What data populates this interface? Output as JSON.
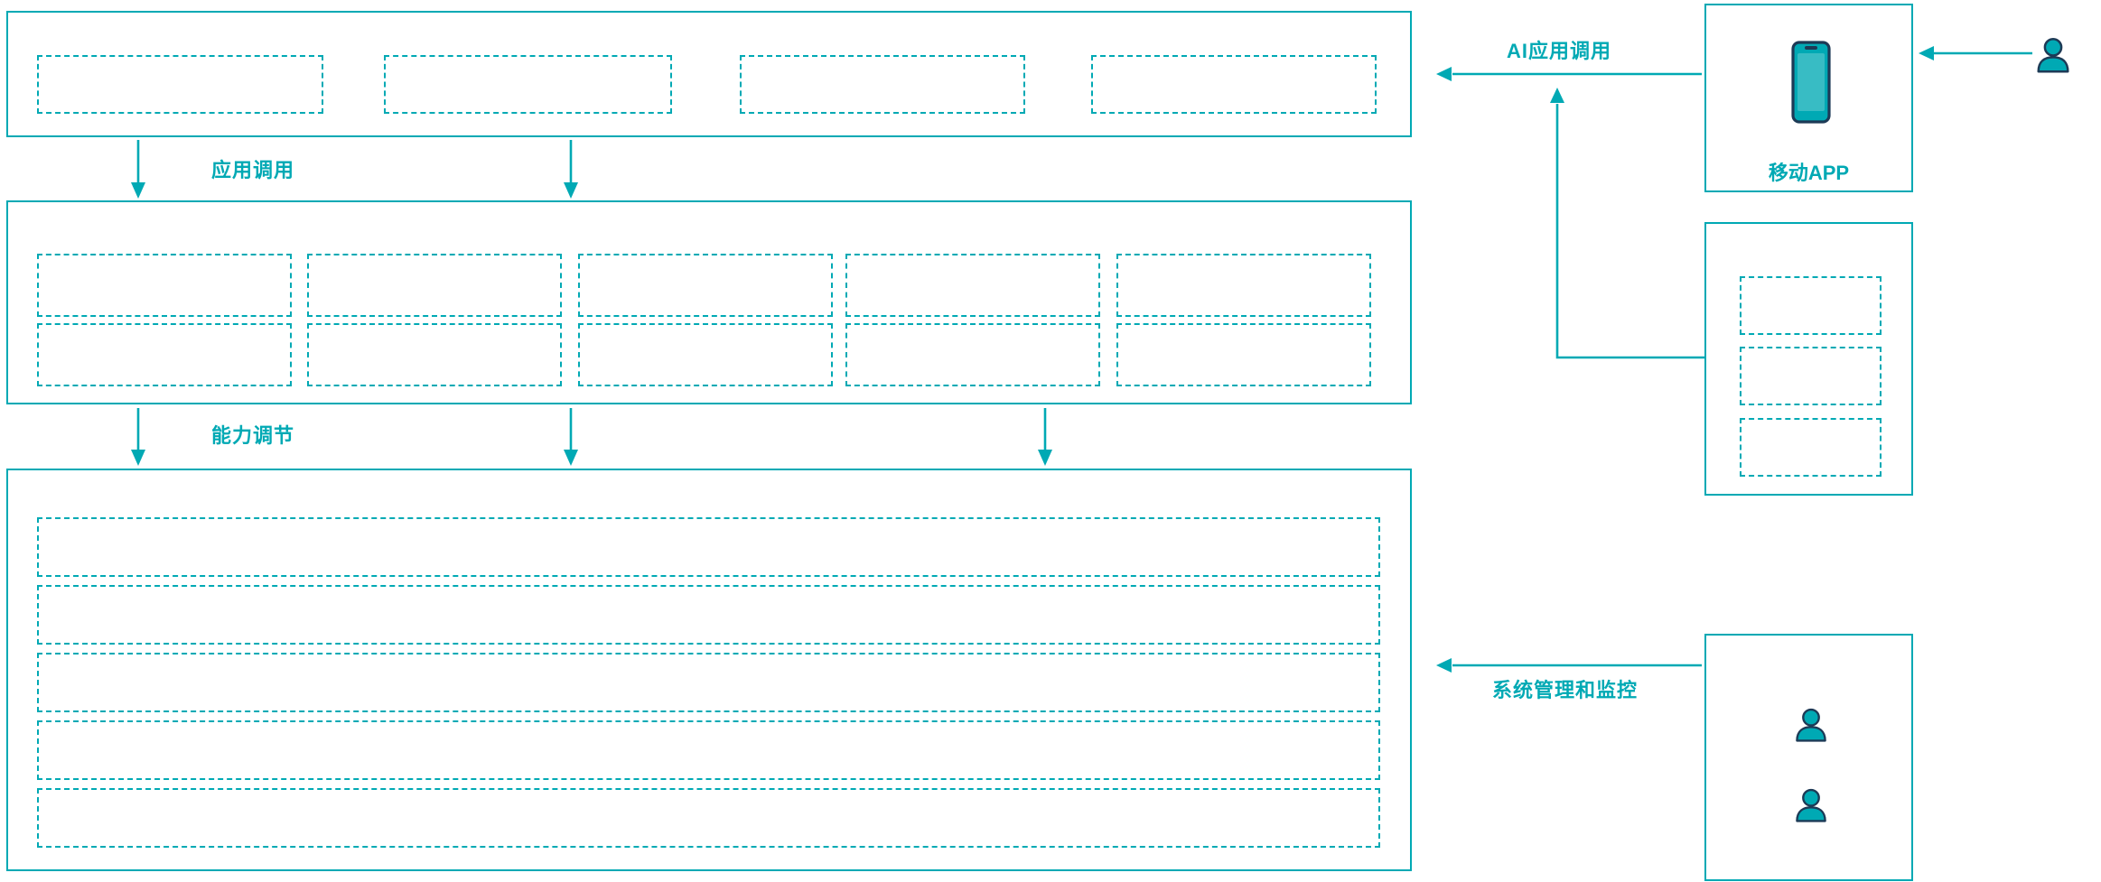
{
  "colors": {
    "accent": "#00a9b4",
    "dark": "#1d3a56",
    "background": "#ffffff"
  },
  "left_panel": {
    "flow_label_top": "应用调用",
    "flow_label_middle": "能力调节"
  },
  "right_panel": {
    "ai_call_label": "AI应用调用",
    "mobile_app_label": "移动APP",
    "monitoring_label": "系统管理和监控"
  },
  "icons": {
    "mobile_phone": "mobile-phone-icon",
    "user_top_right": "user-icon",
    "admin_user_1": "user-icon",
    "admin_user_2": "user-icon"
  },
  "structure": {
    "top_layer_placeholder_count": 4,
    "middle_layer_placeholder_rows": 2,
    "middle_layer_placeholder_cols": 5,
    "bottom_layer_placeholder_rows": 5,
    "side_module_placeholder_count": 3
  }
}
